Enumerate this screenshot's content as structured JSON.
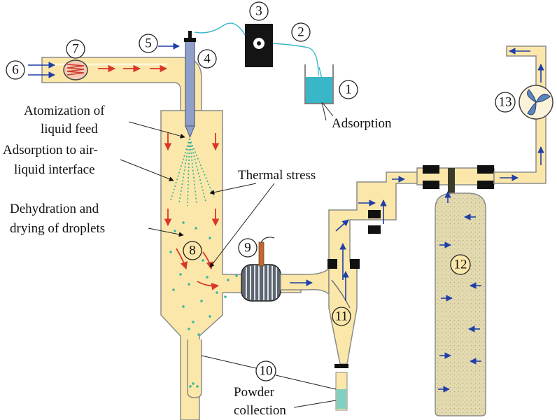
{
  "diagram": {
    "labels": {
      "atomization": [
        "Atomization of",
        "liquid feed"
      ],
      "adsorption_interface": [
        "Adsorption to air-",
        "liquid interface"
      ],
      "thermal_stress": "Thermal stress",
      "dehydration": [
        "Dehydration and",
        "drying of droplets"
      ],
      "adsorption": "Adsorption",
      "powder": [
        "Powder",
        "collection"
      ]
    },
    "numbers": [
      "1",
      "2",
      "3",
      "4",
      "5",
      "6",
      "7",
      "8",
      "9",
      "10",
      "11",
      "12",
      "13"
    ],
    "colors": {
      "chamber_fill": "#fbe7a9",
      "filter_fill": "#e6dcb4",
      "flow_arrow": "#1f3fa8",
      "heat_arrow": "#d9362a",
      "droplet": "#36b8a5",
      "liquid": "#39b6c8",
      "clamp": "#111111"
    },
    "icons": [
      "heater-coil-icon",
      "fan-icon",
      "pump-icon",
      "nozzle-icon",
      "cyclone-icon",
      "filter-bag-icon",
      "condenser-icon",
      "beaker-icon"
    ]
  }
}
